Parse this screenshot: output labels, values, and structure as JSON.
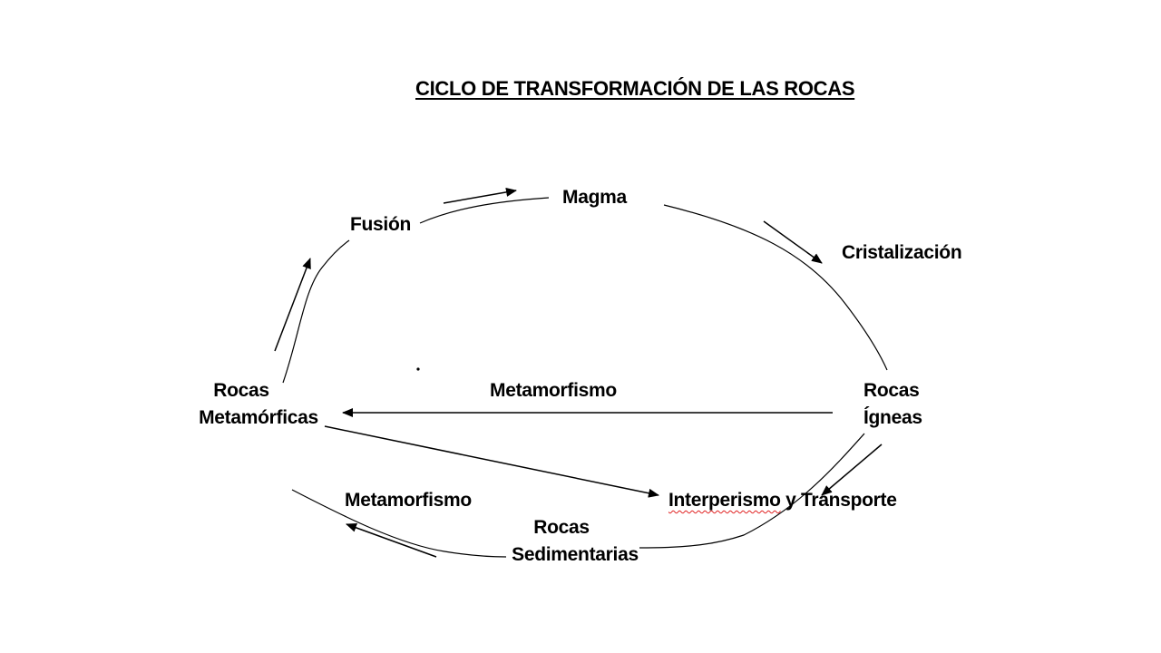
{
  "title": "CICLO DE TRANSFORMACIÓN DE LAS ROCAS",
  "nodes": {
    "magma": "Magma",
    "fusion": "Fusión",
    "cristalizacion": "Cristalización",
    "rocas_metamorficas": {
      "line1": "Rocas",
      "line2": "Metamórficas"
    },
    "rocas_igneas": {
      "line1": "Rocas",
      "line2": "Ígneas"
    },
    "rocas_sedimentarias": {
      "line1": "Rocas",
      "line2": "Sedimentarias"
    },
    "metamorfismo_center": "Metamorfismo",
    "metamorfismo_bottom": "Metamorfismo",
    "interperismo": {
      "word": "Interperismo",
      "rest": " y Transporte"
    }
  },
  "colors": {
    "ink": "#000000",
    "spellcheck": "#e02020"
  }
}
